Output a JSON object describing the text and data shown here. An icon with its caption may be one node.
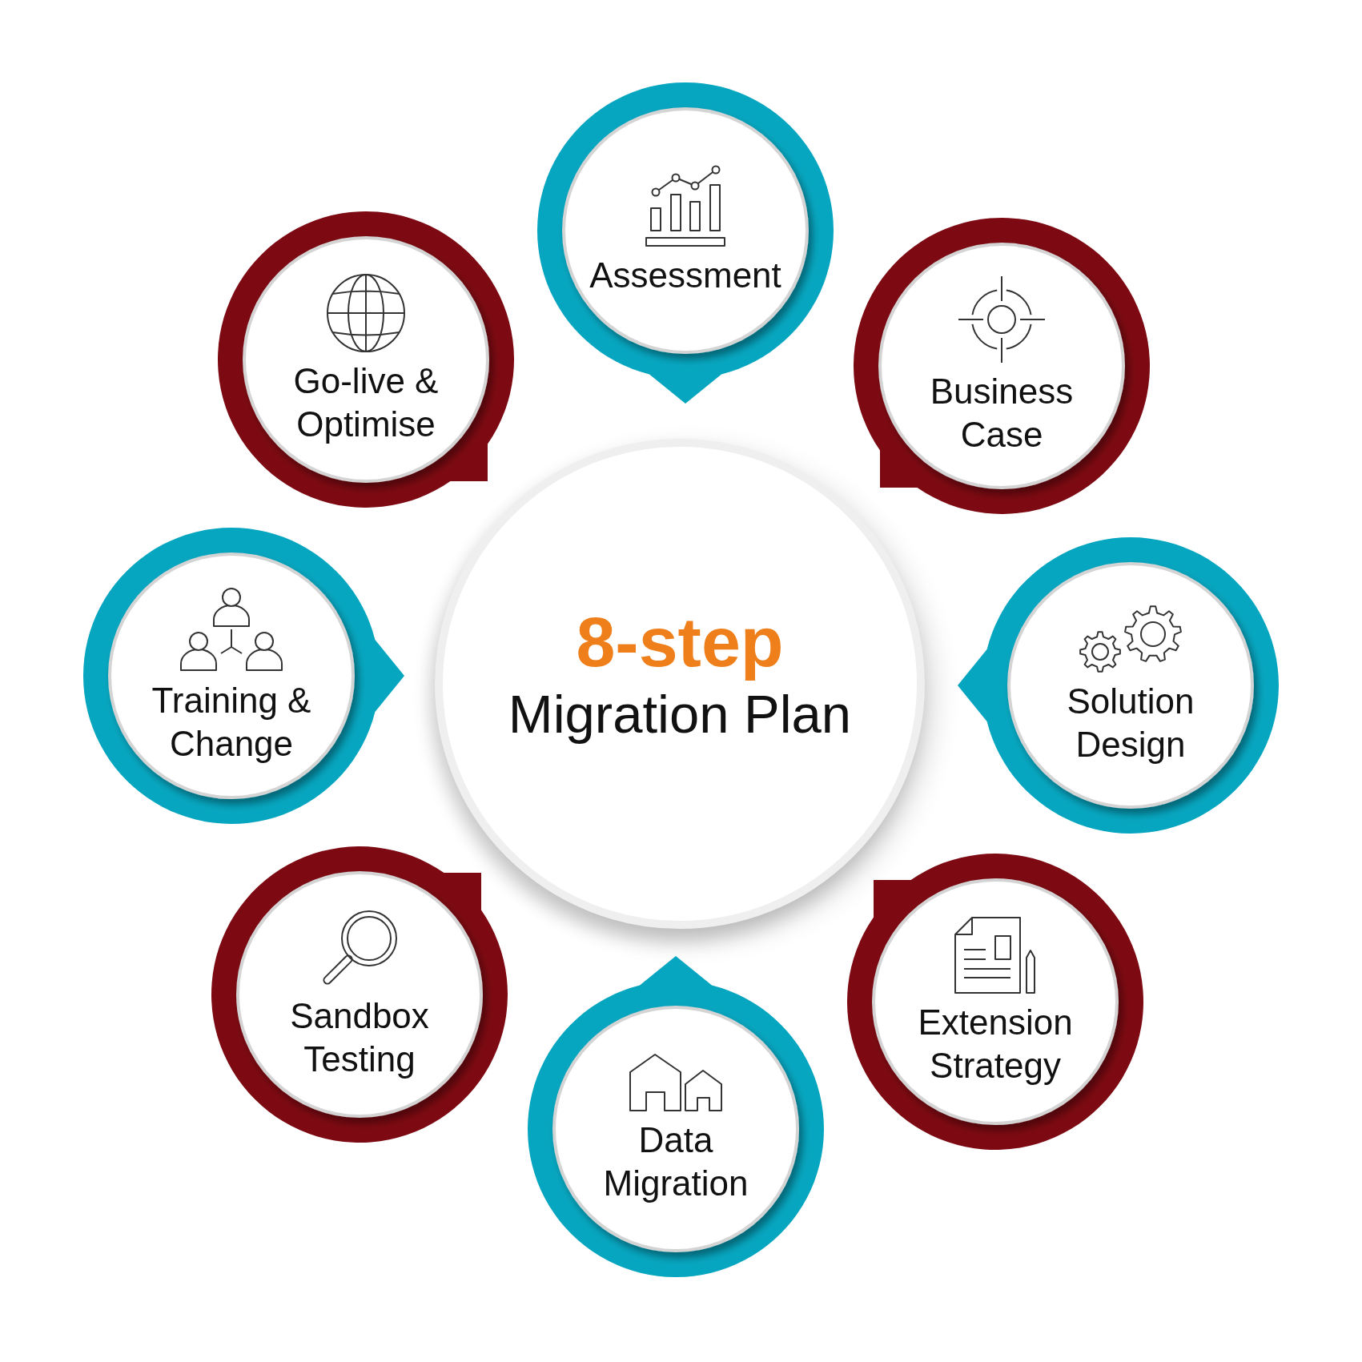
{
  "diagram": {
    "nodes": [
      {
        "text": [
          "8-step",
          "Migration Plan"
        ]
      },
      {
        "text": [
          "Assessment"
        ]
      },
      {
        "text": [
          "Business Case"
        ]
      },
      {
        "text": [
          "Solution Design"
        ]
      },
      {
        "text": [
          "Extension Strategy"
        ]
      },
      {
        "text": [
          "Data Migration"
        ]
      },
      {
        "text": [
          "Sandbox Testing"
        ]
      },
      {
        "text": [
          "Training & Change"
        ]
      },
      {
        "text": [
          "Go-live & Optimise"
        ]
      }
    ]
  }
}
